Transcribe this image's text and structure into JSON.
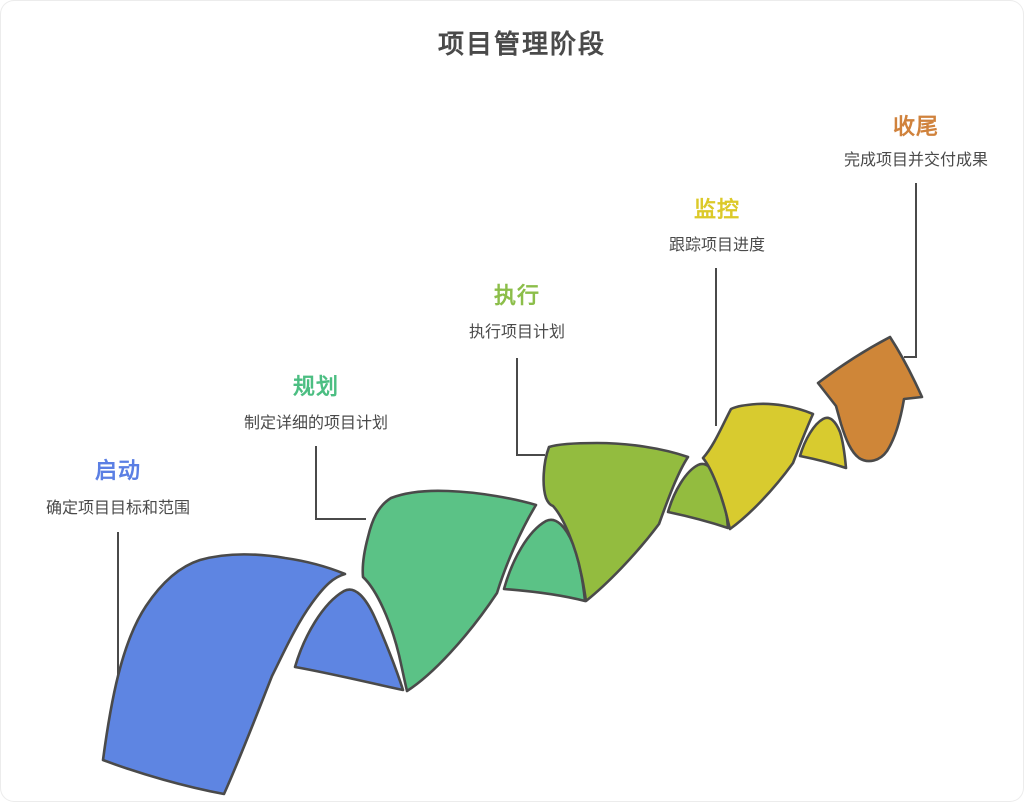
{
  "title": "项目管理阶段",
  "style": {
    "background": "#FFFFFF",
    "outline_color": "#4A4A4A",
    "connector_color": "#4A4A4A",
    "text_color": "#4A4A4A"
  },
  "phases": [
    {
      "name": "启动",
      "description": "确定项目目标和范围",
      "color": "#5E85E2",
      "label_color": "#5B7FE4"
    },
    {
      "name": "规划",
      "description": "制定详细的项目计划",
      "color": "#5BC286",
      "label_color": "#4CBE82"
    },
    {
      "name": "执行",
      "description": "执行项目计划",
      "color": "#93BC3F",
      "label_color": "#8CBE4A"
    },
    {
      "name": "监控",
      "description": "跟踪项目进度",
      "color": "#D8CB2F",
      "label_color": "#DCC929"
    },
    {
      "name": "收尾",
      "description": "完成项目并交付成果",
      "color": "#CF8638",
      "label_color": "#D0823C"
    }
  ]
}
